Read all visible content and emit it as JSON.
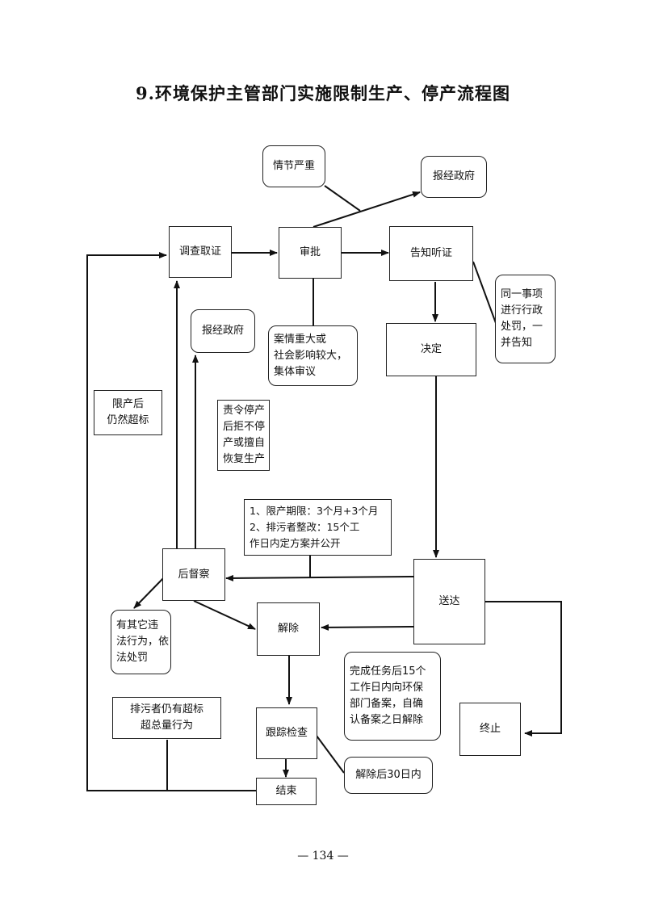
{
  "title": "9.环境保护主管部门实施限制生产、停产流程图",
  "nodes": {
    "qingjie": "情节严重",
    "baojing_top": "报经政府",
    "diaocha": "调查取证",
    "shenpi": "审批",
    "gaozhi": "告知听证",
    "tongyi": "同一事项\n进行行政\n处罚，一\n并告知",
    "anqing": "案情重大或\n社会影响较大，\n集体审议",
    "baojing_mid": "报经政府",
    "juedng": "决定",
    "xianchan": "限产后\n仍然超标",
    "zeling": "责令停产\n后拒不停\n产或擅自\n恢复生产",
    "qixian": "1、限产期限：3个月+3个月\n2、排污者整改：15个工\n   作日内定方案并公开",
    "houdu": "后督察",
    "songda": "送达",
    "youqita": "有其它违\n法行为，依\n法处罚",
    "jiechu": "解除",
    "wancheng": "完成任务后15个\n工作日内向环保\n部门备案，自确\n认备案之日解除",
    "paiwu": "排污者仍有超标\n超总量行为",
    "genzong": "跟踪检查",
    "zhongzhi": "终止",
    "jiechuhou": "解除后30日内",
    "jieshu": "结束"
  },
  "page_number": "— 134 —"
}
